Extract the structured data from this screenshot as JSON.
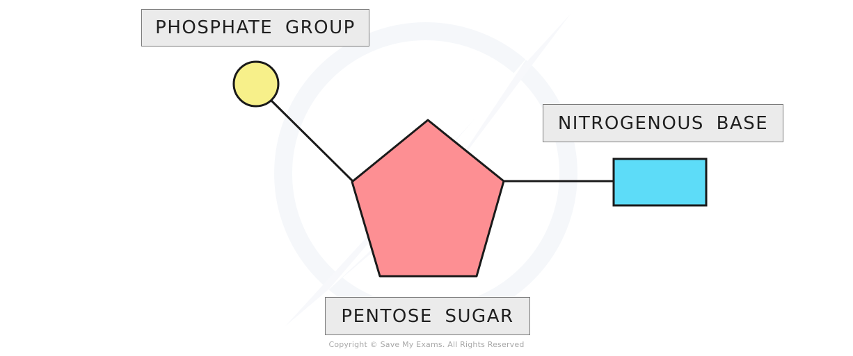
{
  "labels": {
    "phosphate": "PHOSPHATE GROUP",
    "base": "NITROGENOUS BASE",
    "sugar": "PENTOSE SUGAR"
  },
  "footer": {
    "copyright": "Copyright © Save My Exams. All Rights Reserved"
  },
  "colors": {
    "phosphate_fill": "#f7f08a",
    "sugar_fill": "#fd8f93",
    "base_fill": "#5ddcf8",
    "outline": "#1a1a1a",
    "label_bg": "#ebebeb",
    "watermark": "#eef2f7"
  }
}
